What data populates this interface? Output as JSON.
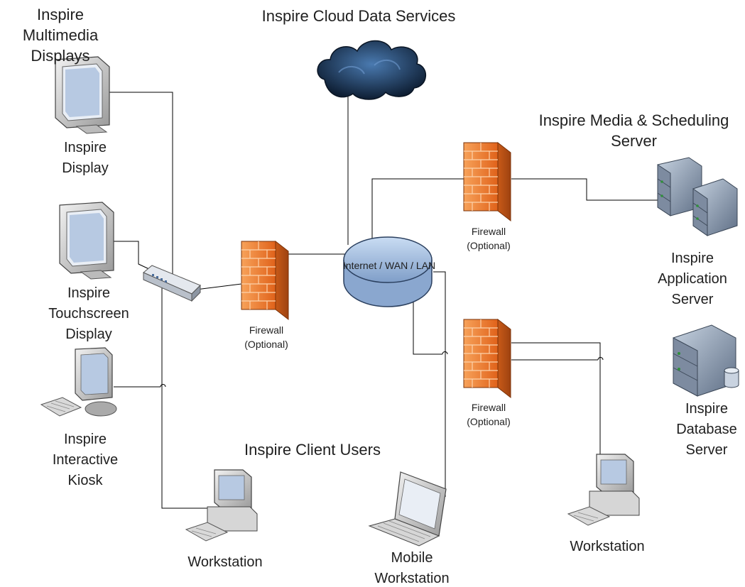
{
  "headings": {
    "multimedia_displays": "Inspire Multimedia Displays",
    "cloud_services": "Inspire Cloud Data Services",
    "media_scheduling": "Inspire Media & Scheduling Server",
    "client_users": "Inspire Client Users"
  },
  "devices": {
    "display": "Inspire Display",
    "touchscreen": "Inspire Touchscreen Display",
    "kiosk": "Inspire Interactive Kiosk",
    "workstation_left": "Workstation",
    "mobile_workstation": "Mobile Workstation",
    "workstation_right": "Workstation",
    "app_server": "Inspire Application Server",
    "db_server": "Inspire Database Server"
  },
  "network": {
    "hub_label": "Internet / WAN / LAN",
    "firewall_left": "Firewall (Optional)",
    "firewall_top": "Firewall (Optional)",
    "firewall_bottom": "Firewall (Optional)"
  },
  "colors": {
    "firewall": "#e8782a",
    "cloud": "#1b3a5a",
    "hub": "#a9c4e6",
    "server": "#8a9bb0",
    "line": "#000000"
  }
}
